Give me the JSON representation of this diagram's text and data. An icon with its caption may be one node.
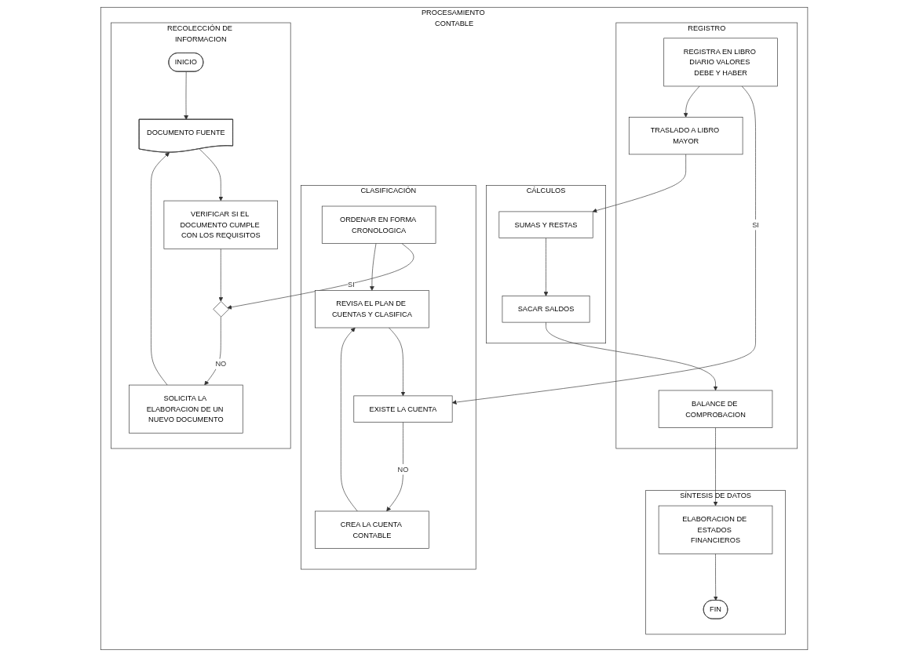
{
  "diagram": {
    "nodes": [
      {
        "text": [
          "PROCESAMIENTO CONTABLE"
        ]
      },
      {
        "text": [
          "RECOLECCIÓN DE INFORMACION"
        ],
        "in": 0
      },
      {
        "text": [
          "CLASIFICACIÓN"
        ],
        "in": 0
      },
      {
        "text": [
          "REGISTRO"
        ],
        "in": 0
      },
      {
        "text": [
          "CÁLCULOS"
        ],
        "in": 0
      },
      {
        "text": [
          "SÍNTESIS DE DATOS"
        ],
        "in": 0
      },
      {
        "text": [
          "INICIO"
        ],
        "in": 1
      },
      {
        "text": [
          "DOCUMENTO FUENTE"
        ],
        "in": 1
      },
      {
        "text": [
          "VERIFICAR SI EL DOCUMENTO CUMPLE CON LOS REQUISITOS"
        ],
        "in": 1
      },
      {
        "text": [],
        "shape": "diamond",
        "in": 1
      },
      {
        "text": [
          "SOLICITA LA ELABORACION DE UN NUEVO DOCUMENTO"
        ],
        "in": 1
      },
      {
        "text": [
          "ORDENAR EN FORMA CRONOLOGICA"
        ],
        "in": 2
      },
      {
        "text": [
          "REVISA EL PLAN DE CUENTAS Y CLASIFICA"
        ],
        "in": 2
      },
      {
        "text": [
          "EXISTE LA CUENTA"
        ],
        "in": 2
      },
      {
        "text": [
          "CREA LA CUENTA CONTABLE"
        ],
        "in": 2
      },
      {
        "text": [
          "REGISTRA EN LIBRO DIARIO VALORES DEBE Y HABER"
        ],
        "in": 3
      },
      {
        "text": [
          "TRASLADO A LIBRO MAYOR"
        ],
        "in": 3
      },
      {
        "text": [
          "BALANCE DE COMPROBACION"
        ],
        "in": 3
      },
      {
        "text": [
          "SUMAS Y RESTAS"
        ],
        "in": 4
      },
      {
        "text": [
          "SACAR SALDOS"
        ],
        "in": 4
      },
      {
        "text": [
          "ELABORACION DE ESTADOS FINANCIEROS"
        ],
        "in": 5
      },
      {
        "text": [
          "FIN"
        ],
        "in": 5
      }
    ],
    "edges": [
      {
        "from": 6,
        "to": 7,
        "arrow": "to"
      },
      {
        "from": 7,
        "to": 8,
        "arrow": "to"
      },
      {
        "from": 8,
        "to": 9,
        "arrow": "to"
      },
      {
        "from": 9,
        "to": 10,
        "label": "NO",
        "arrow": "to"
      },
      {
        "from": 10,
        "to": 7,
        "arrow": "to"
      },
      {
        "from": 11,
        "to": 9,
        "label": "SI",
        "arrow": "to"
      },
      {
        "from": 11,
        "to": 12,
        "arrow": "to"
      },
      {
        "from": 12,
        "to": 13,
        "arrow": "to"
      },
      {
        "from": 13,
        "to": 14,
        "label": "NO",
        "arrow": "to"
      },
      {
        "from": 14,
        "to": 12,
        "arrow": "to"
      },
      {
        "from": 15,
        "to": 13,
        "label": "SI",
        "arrow": "to"
      },
      {
        "from": 15,
        "to": 16,
        "arrow": "to"
      },
      {
        "from": 16,
        "to": 18,
        "arrow": "to"
      },
      {
        "from": 18,
        "to": 19,
        "arrow": "to"
      },
      {
        "from": 19,
        "to": 17,
        "arrow": "to"
      },
      {
        "from": 17,
        "to": 20,
        "arrow": "to"
      },
      {
        "from": 20,
        "to": 21,
        "arrow": "to"
      }
    ]
  }
}
